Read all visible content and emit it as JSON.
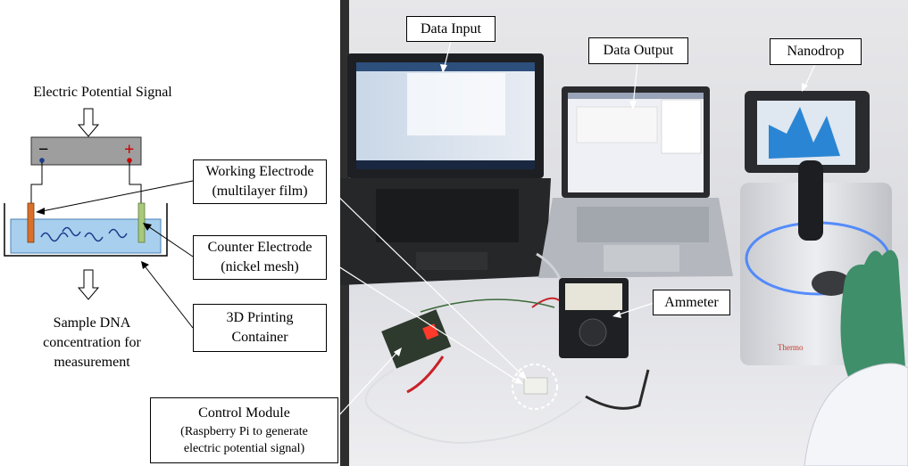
{
  "left_diagram": {
    "signal_title": "Electric Potential Signal",
    "minus_symbol": "−",
    "plus_symbol": "+",
    "result_line1": "Sample DNA",
    "result_line2": "concentration for",
    "result_line3": "measurement"
  },
  "callouts": {
    "working_electrode": {
      "line1": "Working Electrode",
      "line2": "(multilayer film)"
    },
    "counter_electrode": {
      "line1": "Counter Electrode",
      "line2": "(nickel mesh)"
    },
    "container": {
      "line1": "3D Printing",
      "line2": "Container"
    },
    "control_module": {
      "line1": "Control Module",
      "line2": "(Raspberry Pi to generate",
      "line3": "electric potential signal)"
    },
    "data_input": "Data Input",
    "data_output": "Data Output",
    "nanodrop": "Nanodrop",
    "ammeter": "Ammeter"
  },
  "colors": {
    "power_box": "#9e9e9e",
    "solution": "#a8d0ee",
    "working_electrode": "#d8702c",
    "counter_electrode": "#a8c87a",
    "plus": "#cc0000",
    "minus_terminal": "#1a3c8c"
  }
}
